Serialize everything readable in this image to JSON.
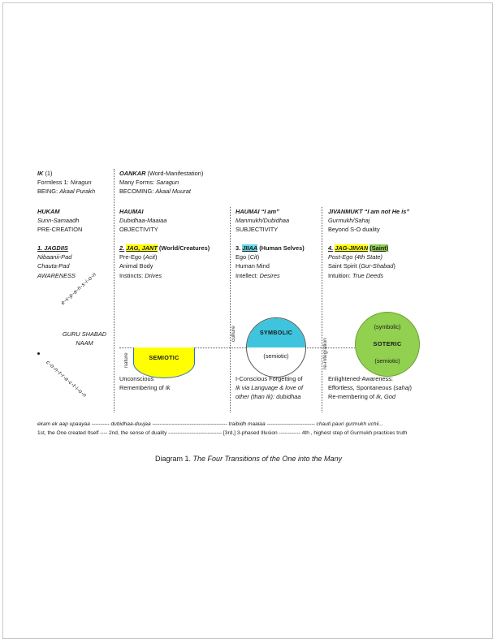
{
  "figure": {
    "caption_prefix": "Diagram 1.",
    "caption_title": "The Four Transitions of the One into the Many"
  },
  "colors": {
    "semiotic_fill": "#ffff00",
    "symbolic_fill": "#3fc4dd",
    "soteric_fill": "#92d050",
    "highlight_yellow": "#ffff00",
    "highlight_cyan": "#66d9e8",
    "highlight_green": "#92d050"
  },
  "columns": [
    {
      "id": "col-1",
      "top_block": {
        "title": "IK",
        "title_suffix": "(1)",
        "line2_label": "Formless 1:",
        "line2_value": "Niragun",
        "line3_label": "BEING:",
        "line3_value": "Akaal Purakh"
      },
      "mid_block": {
        "title": "HUKAM",
        "line2": "Sunn-Samaadh",
        "line3": "PRE-CREATION"
      },
      "num_block": {
        "number": "1.",
        "name": "JAGDIIS",
        "line2": "Nibaanii-Pad",
        "line3": "Chauta-Pad",
        "line4": "AWARENESS"
      }
    },
    {
      "id": "col-2",
      "top_block": {
        "title": "OANKAR",
        "title_suffix": "(Word-Manifestation)",
        "line2_label": "Many Forms:",
        "line2_value": "Saragun",
        "line3_label": "BECOMING:",
        "line3_value": "Akaal Muurat"
      },
      "mid_block": {
        "title": "HAUMAI",
        "line2": "Dubidhaa-Maaiaa",
        "line3": "OBJECTIVITY"
      },
      "num_block": {
        "number": "2.",
        "name": "JAG, JANT",
        "name_suffix": "(World/Creatures)",
        "line2_a": "Pre-Ego (",
        "line2_b": "Acit",
        "line2_c": ")",
        "line3": "Animal Body",
        "line4_label": "Instincts:",
        "line4_value": "Drives"
      },
      "desc": {
        "l1": "Unconscious",
        "l2_a": "Remembering of ",
        "l2_b": "Ik"
      }
    },
    {
      "id": "col-3",
      "mid_block": {
        "title": "HAUMAI “I am”",
        "line2": "Manmukh/Dubidhaa",
        "line3": "SUBJECTIVITY"
      },
      "num_block": {
        "number": "3.",
        "name": "JIIAA",
        "name_suffix": "(Human Selves)",
        "line2_a": "Ego (",
        "line2_b": "Cit",
        "line2_c": ")",
        "line3": "Human Mind",
        "line4_label": "Intellect:",
        "line4_value": "Desires"
      },
      "desc": {
        "l1": "I-Conscious Forgetting of",
        "l2": "Ik via Language & love of",
        "l3": "other (than Ik): dubidhaa"
      }
    },
    {
      "id": "col-4",
      "mid_block": {
        "title": "JIVANMUKT “I am not He is”",
        "line2": "Gurmukh/Sahaj",
        "line3": "Beyond S-O duality"
      },
      "num_block": {
        "number": "4.",
        "name": "JAG-JIIVAN",
        "name_suffix": "(Saint)",
        "line2_a": "Post-Ego (",
        "line2_b": "4th State",
        "line2_c": ")",
        "line3_a": "Saint Spirit (",
        "line3_b": "Gur-Shabad",
        "line3_c": ")",
        "line4_label": "Intuition:",
        "line4_value": "True Deeds"
      },
      "desc": {
        "l1": "Enlightened-Awareness:",
        "l2_a": "Effortless, Spontaneous (",
        "l2_b": "sahaj",
        "l2_c": ")",
        "l3_a": "Re-membering of ",
        "l3_b": "Ik, God"
      }
    }
  ],
  "center": {
    "expansion": "e-x-p-a-n-s-i-o-n",
    "contraction": "c-o-n-t-r-a-c-t-i-o-n",
    "guru": "GURU",
    "shabad": "SHABAD",
    "naam": "NAAM"
  },
  "axis_labels": {
    "nature": "nature",
    "culture": "culture",
    "reintegration": "re-integration"
  },
  "shapes": {
    "semiotic": {
      "label": "SEMIOTIC"
    },
    "symbolic": {
      "label_top": "SYMBOLIC",
      "label_bottom": "(semiotic)"
    },
    "soteric": {
      "label_top": "(symbolic)",
      "label_mid": "SOTERIC",
      "label_bottom": "(semiotic)"
    }
  },
  "bottom_lines": {
    "gurmukhi": "ekam ek aap upaayaa ----------  dubidhaa-duujaa  ------------------------------------------  traibidh maaiaa  ---------------------------  chauti pauri gurmukh uchii...",
    "english": "1st, the One created Itself ----  2nd, the sense of duality  ------------------------------  [3rd,] 3-phased Illusion  ------------  4th , highest step of Gurmukh practices truth"
  }
}
